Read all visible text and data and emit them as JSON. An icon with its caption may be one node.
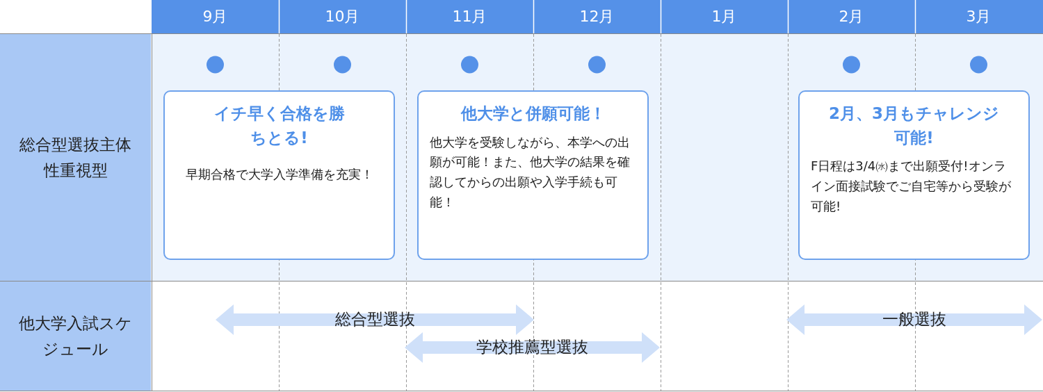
{
  "diagram": {
    "nodes": [
      {
        "text": [
          "イチ早く合格を勝ちとる!",
          "早期合格で大学入学準備を充実！"
        ]
      },
      {
        "text": [
          "他大学と併願可能！",
          "他大学を受験しながら、本学への出願が可能！また、他大学の結果を確認してからの出願や入学手続も可能！"
        ]
      },
      {
        "text": [
          "2月、3月もチャレンジ可能!",
          "F日程は3/4㈬まで出願受付!オンライン面接試験でご自宅等から受験が可能!"
        ]
      },
      {
        "text": [
          "総合型選抜"
        ]
      },
      {
        "text": [
          "学校推薦型選抜"
        ]
      },
      {
        "text": [
          "一般選抜"
        ]
      }
    ],
    "labels": [
      "9月",
      "10月",
      "11月",
      "12月",
      "1月",
      "2月",
      "3月",
      "総合型選抜主体性重視型",
      "他大学入試スケジュール"
    ]
  }
}
